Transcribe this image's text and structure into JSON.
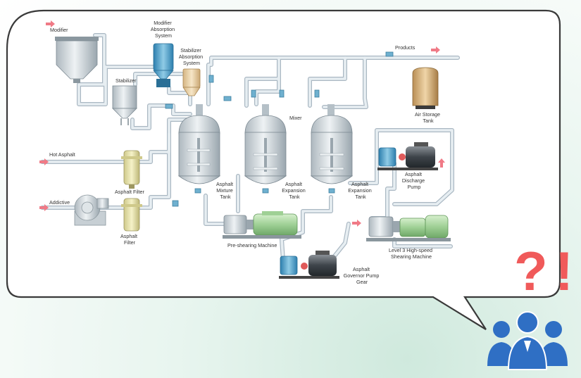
{
  "colors": {
    "pipe": "#dfe7ec",
    "pipe_edge": "#a9b7c2",
    "tank_body": "#d9dfe3",
    "blue_equipment": "#4a9fc9",
    "motor_green": "#a9d7a0",
    "motor_dark": "#4a4f55",
    "flow_arrow": "#f07a86",
    "filter": "#e6e2a8",
    "stabilizer_absorber": "#e6c99a",
    "air_tank": "#d9b27a",
    "question_mark": "#f05a5a",
    "people_icon": "#2f6fc4",
    "bubble_border": "#3c3c3c"
  },
  "labels": {
    "modifier": "Modifier",
    "modifier_absorption": [
      "Modifier",
      "Absorption",
      "System"
    ],
    "stabilizer_absorption": [
      "Stabilizer",
      "Absorption",
      "System"
    ],
    "stabilizer": "Stabilizer",
    "products": "Products",
    "mixer": "Mixer",
    "air_storage": [
      "Air Storage",
      "Tank"
    ],
    "hot_asphalt": "Hot Asphalt",
    "addictive": "Addictive",
    "asphalt_filter_1": "Asphalt Filter",
    "asphalt_filter_2": [
      "Asphalt",
      "Filter"
    ],
    "mixture_tank": [
      "Asphalt",
      "Mixture",
      "Tank"
    ],
    "expansion_tank_1": [
      "Asphalt",
      "Expansion",
      "Tank"
    ],
    "expansion_tank_2": [
      "Asphalt",
      "Expansion",
      "Tank"
    ],
    "discharge_pump": [
      "Asphalt",
      "Discharge",
      "Pump"
    ],
    "pre_shearing": "Pre-shearing Machine",
    "level3_shearing": [
      "Level 3 High-speed",
      "Shearing Machine"
    ],
    "governor_pump": [
      "Asphalt",
      "Governor Pump",
      "Gear"
    ]
  },
  "icons": {
    "question": "question-mark-icon",
    "exclamation": "exclamation-mark-icon",
    "people": "people-group-icon"
  },
  "question_text": "?",
  "exclamation_text": "!"
}
